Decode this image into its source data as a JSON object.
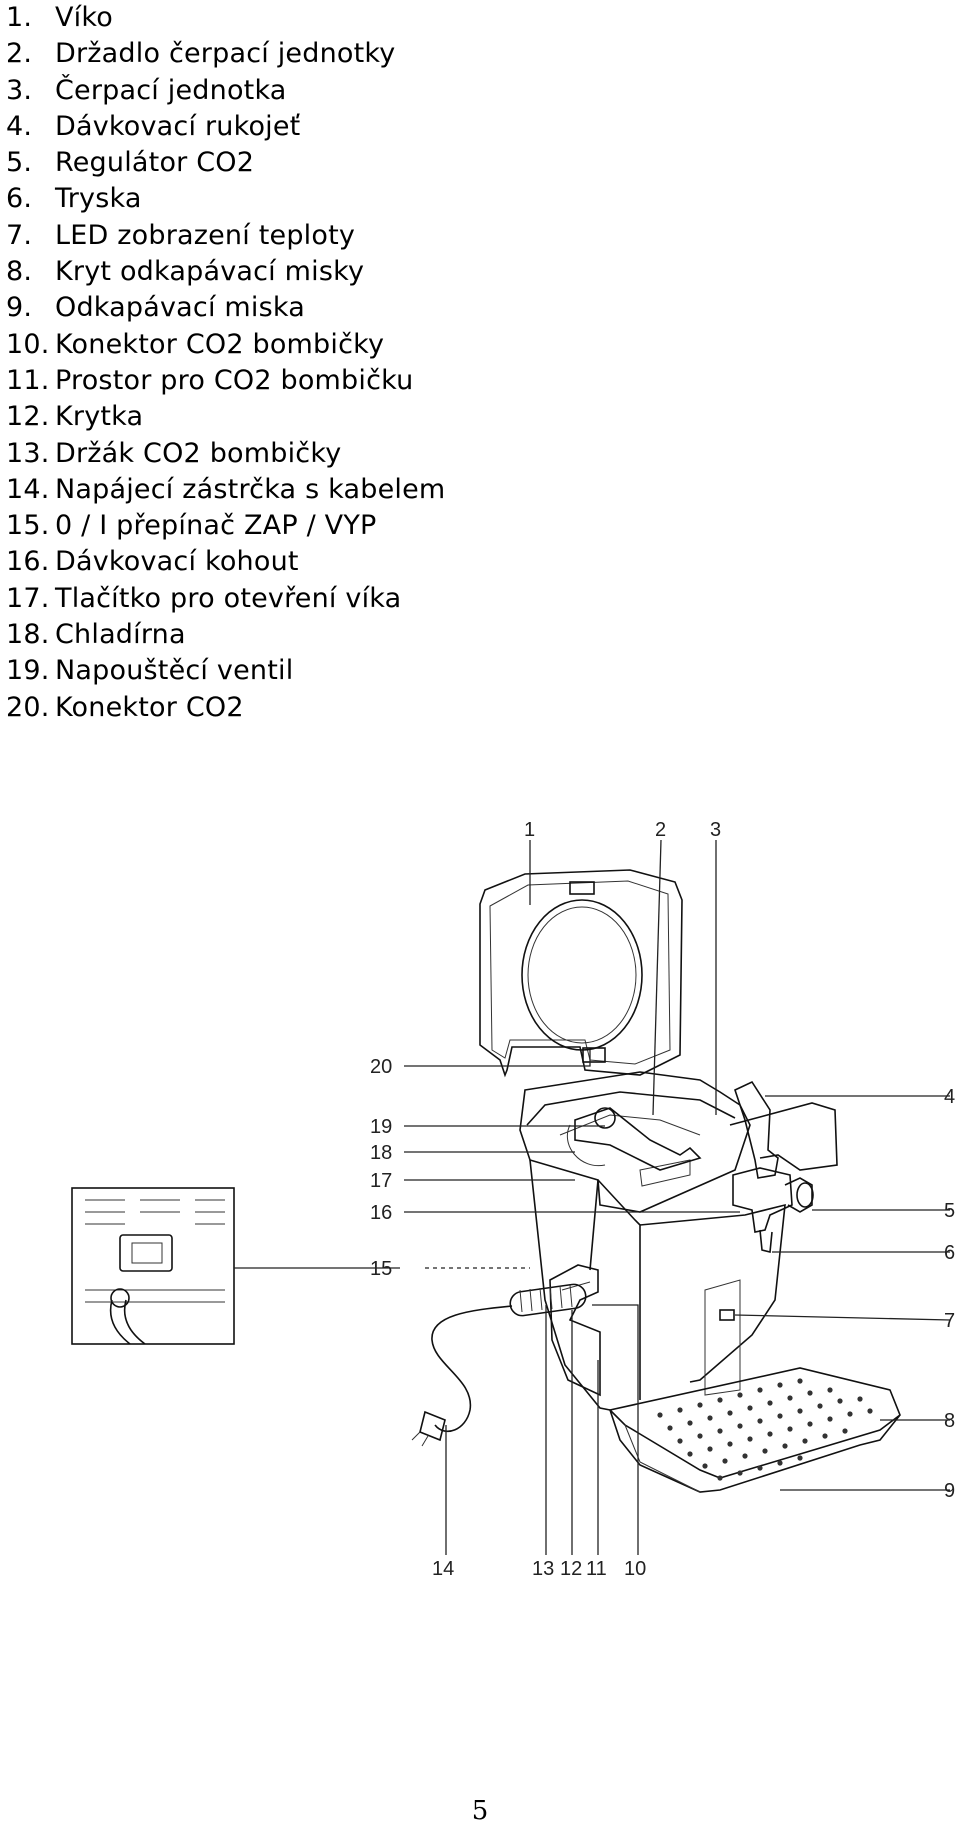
{
  "parts": [
    {
      "num": "1.",
      "label": "Víko"
    },
    {
      "num": "2.",
      "label": "Držadlo čerpací jednotky"
    },
    {
      "num": "3.",
      "label": "Čerpací jednotka"
    },
    {
      "num": "4.",
      "label": "Dávkovací rukojeť"
    },
    {
      "num": "5.",
      "label": "Regulátor CO2"
    },
    {
      "num": "6.",
      "label": "Tryska"
    },
    {
      "num": "7.",
      "label": "LED zobrazení teploty"
    },
    {
      "num": "8.",
      "label": "Kryt odkapávací misky"
    },
    {
      "num": "9.",
      "label": "Odkapávací miska"
    },
    {
      "num": "10.",
      "label": "Konektor CO2 bombičky"
    },
    {
      "num": "11.",
      "label": "Prostor pro CO2 bombičku"
    },
    {
      "num": "12.",
      "label": "Krytka"
    },
    {
      "num": "13.",
      "label": "Držák CO2 bombičky"
    },
    {
      "num": "14.",
      "label": "Napájecí zástrčka s kabelem"
    },
    {
      "num": "15.",
      "label": "0 / I přepínač ZAP / VYP"
    },
    {
      "num": "16.",
      "label": "Dávkovací kohout"
    },
    {
      "num": "17.",
      "label": "Tlačítko pro otevření víka"
    },
    {
      "num": "18.",
      "label": "Chladírna"
    },
    {
      "num": "19.",
      "label": "Napouštěcí ventil"
    },
    {
      "num": "20.",
      "label": "Konektor CO2"
    }
  ],
  "diagram": {
    "callouts": {
      "c1": "1",
      "c2": "2",
      "c3": "3",
      "c4": "4",
      "c5": "5",
      "c6": "6",
      "c7": "7",
      "c8": "8",
      "c9": "9",
      "c10": "10",
      "c11": "11",
      "c12": "12",
      "c13": "13",
      "c14": "14",
      "c15": "15",
      "c16": "16",
      "c17": "17",
      "c18": "18",
      "c19": "19",
      "c20": "20"
    }
  },
  "page_number": "5"
}
